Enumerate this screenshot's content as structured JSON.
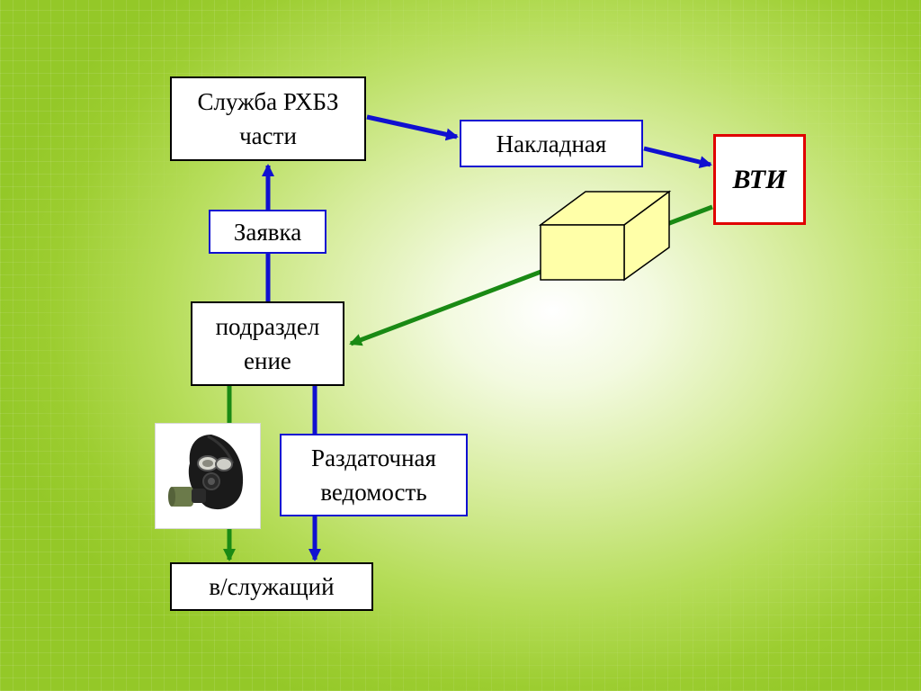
{
  "nodes": {
    "service": "Служба РХБЗ\nчасти",
    "waybill": "Накладная",
    "vti": "ВТИ",
    "request": "Заявка",
    "unit": "подраздел\nение",
    "distribution": "Раздаточная\nведомость",
    "serviceman": "в/служащий"
  },
  "colors": {
    "blue_arrow": "#1010d0",
    "green_arrow": "#1a8a14",
    "vti_border": "#e00000",
    "box_fill": "#ffffa0"
  },
  "images": {
    "gas_mask": "gas-mask-photo"
  }
}
